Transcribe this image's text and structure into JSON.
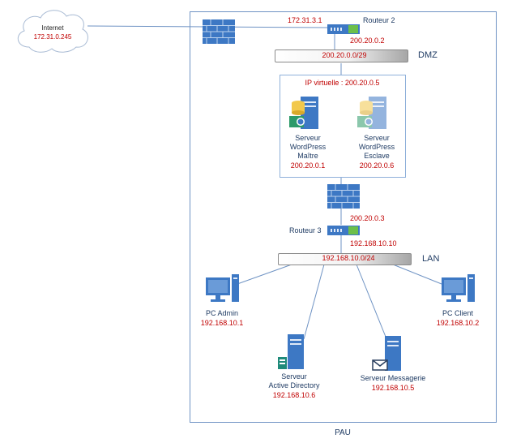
{
  "internet": {
    "label": "Internet",
    "ip": "172.31.0.245"
  },
  "routeur2": {
    "label": "Routeur 2",
    "ip_wan": "172.31.3.1",
    "ip_dmz": "200.20.0.2"
  },
  "dmz": {
    "zone_label": "DMZ",
    "subnet": "200.20.0.0/29"
  },
  "cluster": {
    "vip_label": "IP virtuelle : 200.20.0.5",
    "master": {
      "line1": "Serveur",
      "line2": "WordPress",
      "line3": "Maître",
      "ip": "200.20.0.1"
    },
    "slave": {
      "line1": "Serveur",
      "line2": "WordPress",
      "line3": "Esclave",
      "ip": "200.20.0.6"
    }
  },
  "routeur3": {
    "label": "Routeur 3",
    "ip_dmz": "200.20.0.3",
    "ip_lan": "192.168.10.10"
  },
  "lan": {
    "zone_label": "LAN",
    "subnet": "192.168.10.0/24"
  },
  "pc_admin": {
    "label": "PC Admin",
    "ip": "192.168.10.1"
  },
  "pc_client": {
    "label": "PC Client",
    "ip": "192.168.10.2"
  },
  "ad_server": {
    "line1": "Serveur",
    "line2": "Active Directory",
    "ip": "192.168.10.6"
  },
  "mail_server": {
    "label": "Serveur Messagerie",
    "ip": "192.168.10.5"
  },
  "site": {
    "label": "PAU"
  },
  "colors": {
    "border": "#6f93c4",
    "ip_red": "#c00000",
    "text_blue": "#1f3b63",
    "device_blue": "#3d78c4"
  }
}
